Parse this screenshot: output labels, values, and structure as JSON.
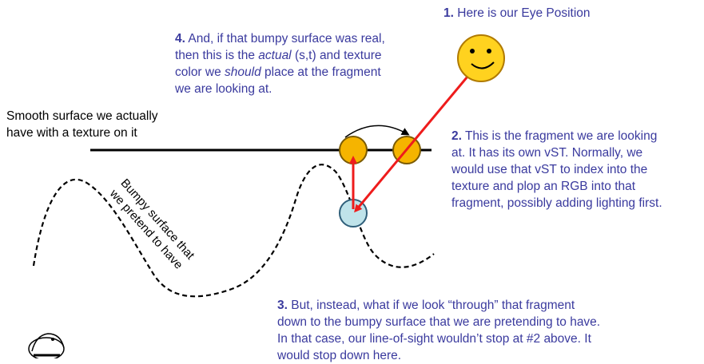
{
  "notes": {
    "eye": {
      "num": "1.",
      "text": " Here is our Eye Position"
    },
    "actual": {
      "num": "4.",
      "line1": " And, if that bumpy surface was real,",
      "line2a": "then this is the ",
      "line2_em": "actual",
      "line2b": " (s,t) and texture",
      "line3a": "color we ",
      "line3_em": "should",
      "line3b": " place at the fragment",
      "line4": "we are looking at."
    },
    "fragment": {
      "num": "2.",
      "line1": " This is the fragment we are looking",
      "line2": "at.  It has its own vST.  Normally, we",
      "line3": "would use that vST to index into the",
      "line4": "texture and plop an RGB into that",
      "line5": "fragment, possibly adding lighting first."
    },
    "through": {
      "num": "3.",
      "line1": " But, instead, what if we look “through” that fragment",
      "line2": "down to the bumpy surface that we are pretending to have.",
      "line3": "In that case, our line-of-sight wouldn’t stop at #2 above.  It",
      "line4": "would stop down here."
    }
  },
  "labels": {
    "smooth_line1": "Smooth surface we actually",
    "smooth_line2": "have with a texture on it",
    "bumpy_line1": "Bumpy surface that",
    "bumpy_line2": "we pretend to have"
  },
  "colors": {
    "note_text": "#3a3a9e",
    "ray": "#ee1c1c",
    "fragment_fill": "#f5b400",
    "face_fill": "#ffd21f",
    "bumpy_hit_fill": "#bfe3ea"
  },
  "icons": [
    "smiley-eye-icon",
    "beaver-logo-icon"
  ]
}
